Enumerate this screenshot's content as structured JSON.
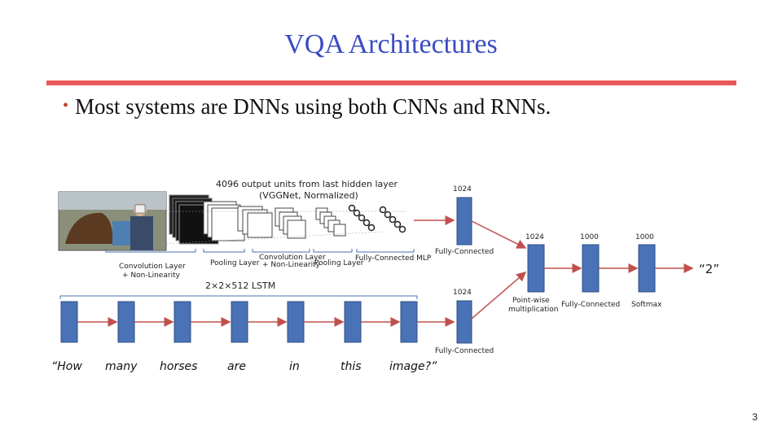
{
  "slide": {
    "title": "VQA Architectures",
    "bullet": "Most systems are DNNs using both CNNs and RNNs.",
    "page_number": "3"
  },
  "diagram": {
    "cnn_header_line1": "4096 output  units from last hidden layer",
    "cnn_header_line2": "(VGGNet, Normalized)",
    "conv_label_line1": "Convolution Layer",
    "conv_label_line2": "+ Non-Linearity",
    "pooling_label_1": "Pooling Layer",
    "conv2_label_line1": "Convolution Layer",
    "conv2_label_line2": "+ Non-Linearity",
    "pooling_label_2": "Pooling  Layer",
    "fc_mlp_label": "Fully-Connected MLP",
    "lstm_label": "2×2×512 LSTM",
    "image_fc_size": "1024",
    "image_fc_label": "Fully-Connected",
    "question_fc_size": "1024",
    "question_fc_label": "Fully-Connected",
    "merge_size": "1024",
    "hidden_size": "1000",
    "softmax_size": "1000",
    "pointwise_line1": "Point-wise",
    "pointwise_line2": "multiplication",
    "fc2_label": "Fully-Connected",
    "softmax_label": "Softmax",
    "answer": "“2”",
    "question_words": [
      "“How",
      "many",
      "horses",
      "are",
      "in",
      "this",
      "image?”"
    ]
  },
  "colors": {
    "title": "#3b4cc0",
    "rule": "#e8585a",
    "block": "#4a72b6",
    "arrow": "#c0504d"
  }
}
